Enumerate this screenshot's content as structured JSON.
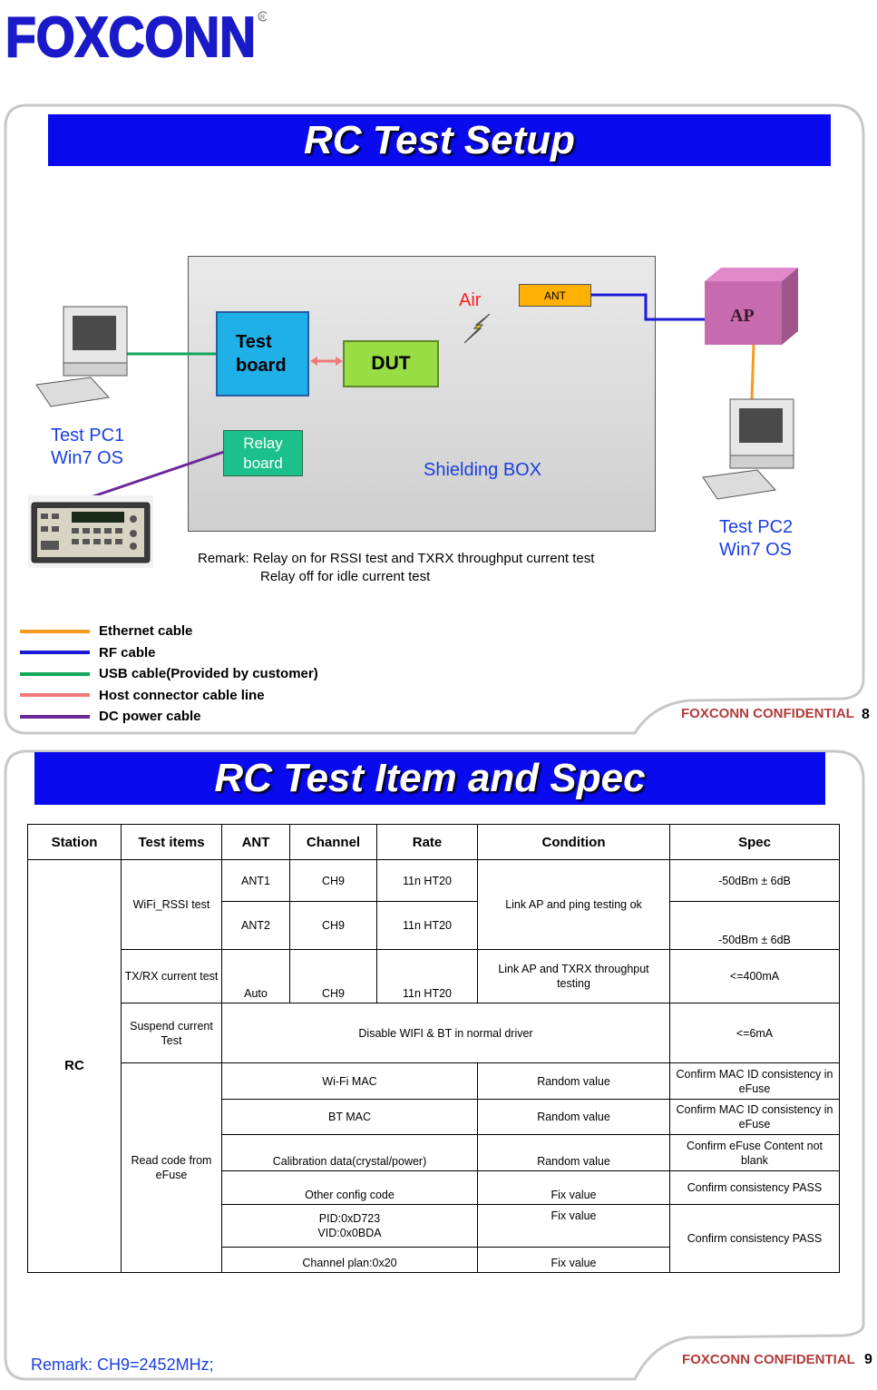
{
  "logo": {
    "text": "FOXCONN"
  },
  "slide1": {
    "title": "RC Test  Setup",
    "test_board": "Test board",
    "dut": "DUT",
    "relay": "Relay board",
    "ant": "ANT",
    "air": "Air",
    "ap": "AP",
    "shield_label": "Shielding BOX",
    "pc1": [
      "Test PC1",
      "Win7 OS"
    ],
    "pc2": [
      "Test PC2",
      "Win7 OS"
    ],
    "remark": [
      "Remark: Relay on for RSSI test and TXRX throughput current test",
      "Relay off for idle current test"
    ],
    "legend": [
      {
        "color": "#f59a1e",
        "label": "Ethernet cable"
      },
      {
        "color": "#1a1ad6",
        "label": "RF cable"
      },
      {
        "color": "#12a75a",
        "label": "USB cable(Provided by customer)"
      },
      {
        "color": "#f07a7a",
        "label": "Host connector cable line"
      },
      {
        "color": "#6a2a9a",
        "label": "DC power cable"
      }
    ],
    "footer": "FOXCONN CONFIDENTIAL",
    "page": "8"
  },
  "slide2": {
    "title": "RC Test Item and Spec",
    "headers": [
      "Station",
      "Test items",
      "ANT",
      "Channel",
      "Rate",
      "Condition",
      "Spec"
    ],
    "station": "RC",
    "rows": {
      "rssi_item": "WiFi_RSSI test",
      "rssi1": {
        "ant": "ANT1",
        "ch": "CH9",
        "rate": "11n HT20",
        "spec": "-50dBm ± 6dB"
      },
      "rssi2": {
        "ant": "ANT2",
        "ch": "CH9",
        "rate": "11n HT20",
        "spec": "-50dBm ± 6dB"
      },
      "rssi_condition": "Link AP and ping testing ok",
      "txrx": {
        "item": "TX/RX current test",
        "ant": "Auto",
        "ch": "CH9",
        "rate": "11n HT20",
        "condition": "Link AP and TXRX throughput testing",
        "spec": "<=400mA"
      },
      "suspend": {
        "item": "Suspend current Test",
        "condition": "Disable WIFI & BT in normal driver",
        "spec": "<=6mA"
      },
      "efuse_item": "Read code from eFuse",
      "wifi_mac": {
        "name": "Wi-Fi MAC",
        "value": "Random value",
        "spec": "Confirm MAC ID consistency in eFuse"
      },
      "bt_mac": {
        "name": "BT MAC",
        "value": "Random value",
        "spec": "Confirm MAC ID consistency in eFuse"
      },
      "calib": {
        "name": "Calibration data(crystal/power)",
        "value": "Random value",
        "spec": "Confirm eFuse Content not blank"
      },
      "other": {
        "name": "Other config code",
        "value": "Fix value",
        "spec": "Confirm consistency  PASS"
      },
      "pid": {
        "name1": "PID:0xD723",
        "name2": "VID:0x0BDA",
        "value": "Fix value",
        "spec": "Confirm consistency  PASS"
      },
      "chplan": {
        "name": "Channel plan:0x20",
        "value": "Fix value"
      }
    },
    "remark": "Remark: CH9=2452MHz;",
    "footer": "FOXCONN CONFIDENTIAL",
    "page": "9"
  }
}
